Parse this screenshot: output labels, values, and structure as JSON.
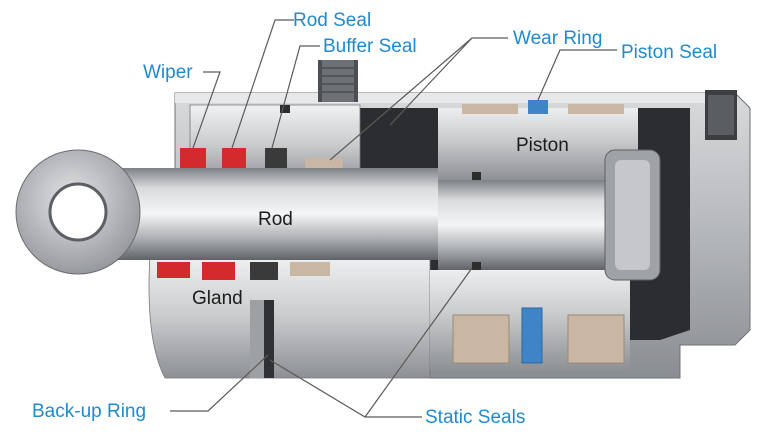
{
  "labels": {
    "rod_seal": "Rod Seal",
    "buffer_seal": "Buffer Seal",
    "wear_ring": "Wear Ring",
    "piston_seal": "Piston Seal",
    "wiper": "Wiper",
    "piston": "Piston",
    "rod": "Rod",
    "gland": "Gland",
    "backup_ring": "Back-up Ring",
    "static_seals": "Static Seals"
  },
  "colors": {
    "label_blue": "#1f8ad0",
    "wiper_red": "#d42a2e",
    "seal_dark": "#3a3a3a",
    "wear_ring_tan": "#c9b7a4",
    "piston_seal_blue": "#3f84c6",
    "cylinder_steel": "#c4c6c8",
    "cylinder_interior": "#2b2d30",
    "leader_line": "#5a5a5a"
  }
}
